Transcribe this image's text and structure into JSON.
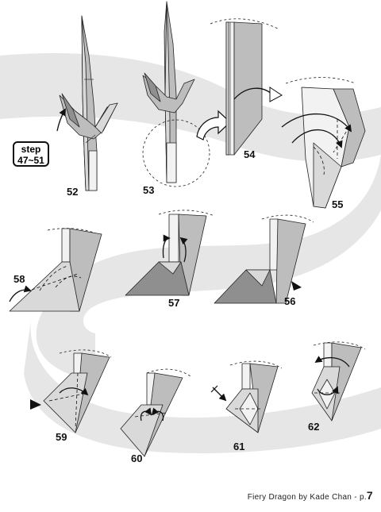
{
  "step_reference": {
    "line1": "step",
    "line2": "47~51"
  },
  "steps": [
    "52",
    "53",
    "54",
    "55",
    "58",
    "57",
    "56",
    "59",
    "60",
    "61",
    "62"
  ],
  "footer": {
    "text": "Fiery Dragon by Kade Chan - p.",
    "page": "7"
  }
}
